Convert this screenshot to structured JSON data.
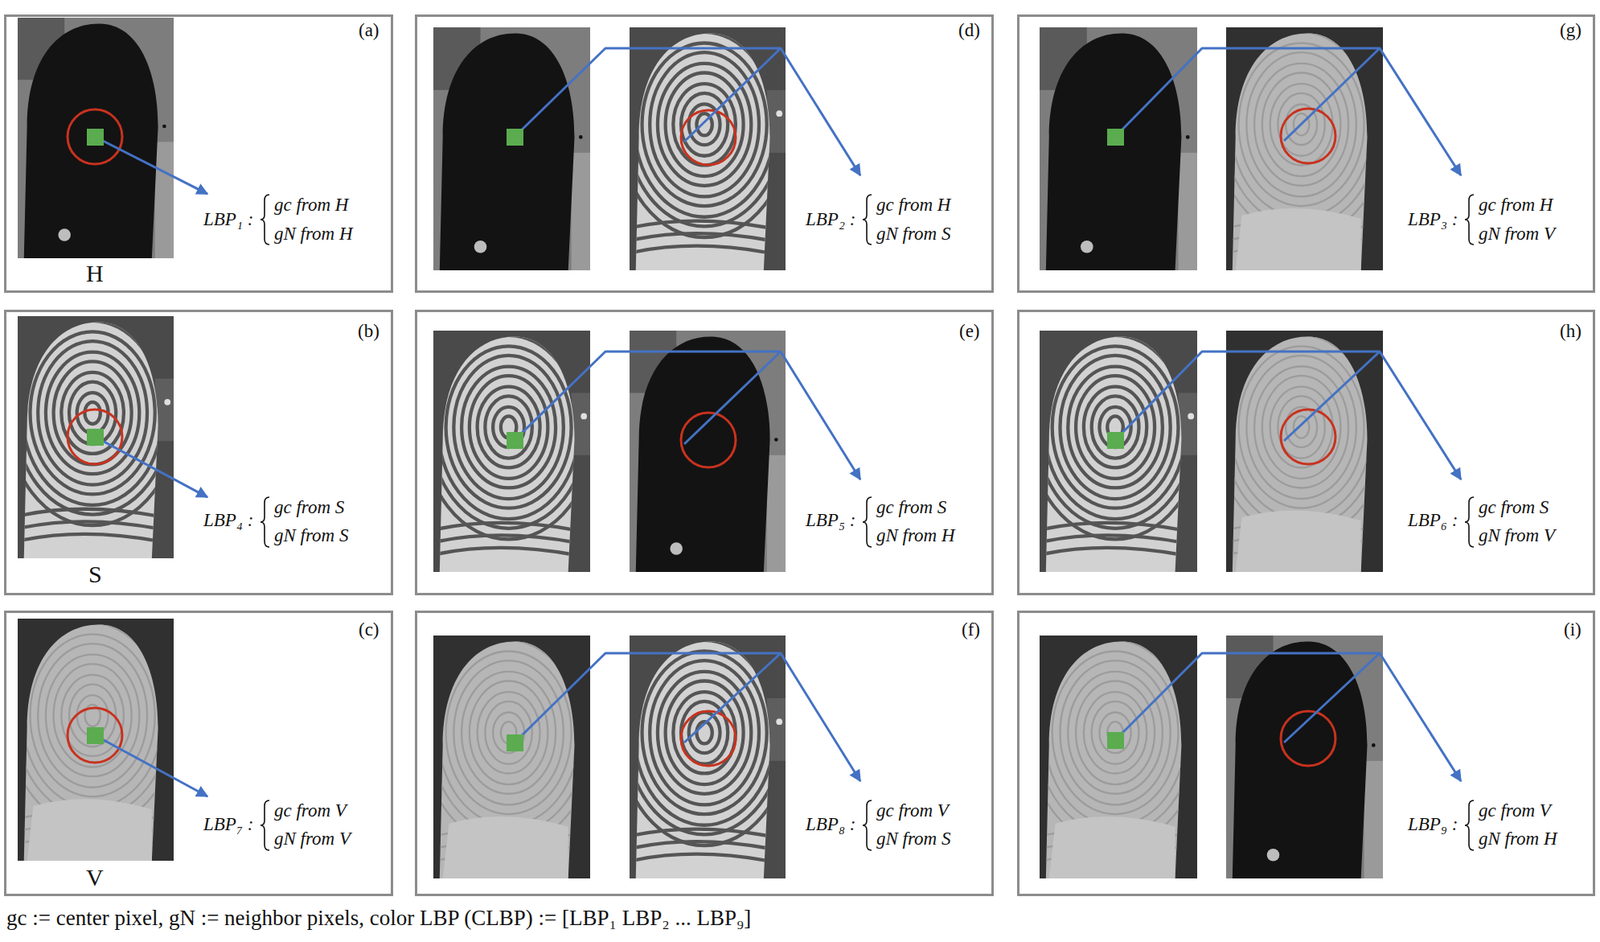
{
  "diagram": {
    "caption": "gc := center pixel, gN := neighbor pixels, color LBP (CLBP) := [LBP₁ LBP₂ ... LBP₉]",
    "nodes": [
      {
        "text": [
          "(a)",
          "LBP₁ :",
          "gc from H",
          "gN from H",
          "H"
        ]
      },
      {
        "text": [
          "(d)",
          "LBP₂ :",
          "gc from H",
          "gN from S"
        ]
      },
      {
        "text": [
          "(g)",
          "LBP₃ :",
          "gc from H",
          "gN from V"
        ]
      },
      {
        "text": [
          "(b)",
          "LBP₄ :",
          "gc from S",
          "gN from S",
          "S"
        ]
      },
      {
        "text": [
          "(e)",
          "LBP₅ :",
          "gc from S",
          "gN from H"
        ]
      },
      {
        "text": [
          "(h)",
          "LBP₆ :",
          "gc from S",
          "gN from V"
        ]
      },
      {
        "text": [
          "(c)",
          "LBP₇ :",
          "gc from V",
          "gN from V",
          "V"
        ]
      },
      {
        "text": [
          "(f)",
          "LBP₈ :",
          "gc from V",
          "gN from S"
        ]
      },
      {
        "text": [
          "(i)",
          "LBP₉ :",
          "gc from V",
          "gN from H"
        ]
      }
    ]
  }
}
